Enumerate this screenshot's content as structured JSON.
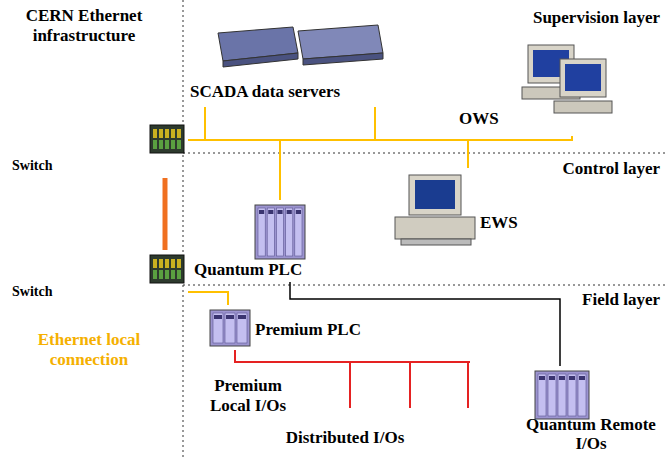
{
  "diagram": {
    "nodes": [
      {
        "text": [
          "SCADA data servers"
        ]
      },
      {
        "text": [
          "OWS"
        ]
      },
      {
        "text": [
          "Switch"
        ]
      },
      {
        "text": [
          "Quantum PLC"
        ]
      },
      {
        "text": [
          "EWS"
        ]
      },
      {
        "text": [
          "Switch"
        ]
      },
      {
        "text": [
          "Premium PLC"
        ]
      },
      {
        "text": [
          "Quantum Remote I/Os"
        ]
      }
    ],
    "edges": [
      {
        "from": 2,
        "to": 0,
        "arrow": "none"
      },
      {
        "from": 2,
        "to": 1,
        "arrow": "none"
      },
      {
        "from": 2,
        "to": 3,
        "arrow": "none"
      },
      {
        "from": 2,
        "to": 4,
        "arrow": "none"
      },
      {
        "from": 2,
        "to": 5,
        "arrow": "none"
      },
      {
        "from": 5,
        "to": 6,
        "arrow": "none"
      },
      {
        "from": 3,
        "to": 7,
        "arrow": "none"
      }
    ],
    "labels": [
      "CERN Ethernet infrastructure",
      "Supervision layer",
      "Control layer",
      "Field layer",
      "Ethernet local connection",
      "Premium Local I/Os",
      "Distributed I/Os"
    ]
  }
}
